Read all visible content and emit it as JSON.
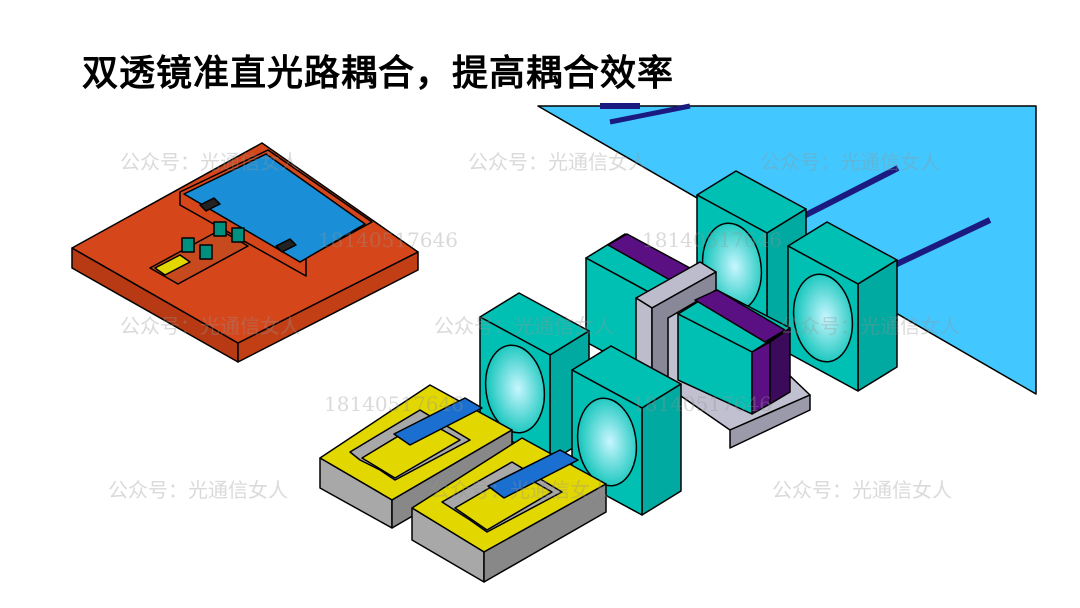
{
  "slide": {
    "title": "双透镜准直光路耦合，提高耦合效率"
  },
  "watermarks": {
    "account": "公众号：光通信女人",
    "phone": "18140517646"
  },
  "colors": {
    "board": "#d5461b",
    "plate": "#1a8fd8",
    "lens_block": "#00c0b4",
    "prism": "#42c8ff",
    "isolator": "#5a0f82",
    "submount": "#e2d800",
    "base": "#a8a8a8"
  }
}
